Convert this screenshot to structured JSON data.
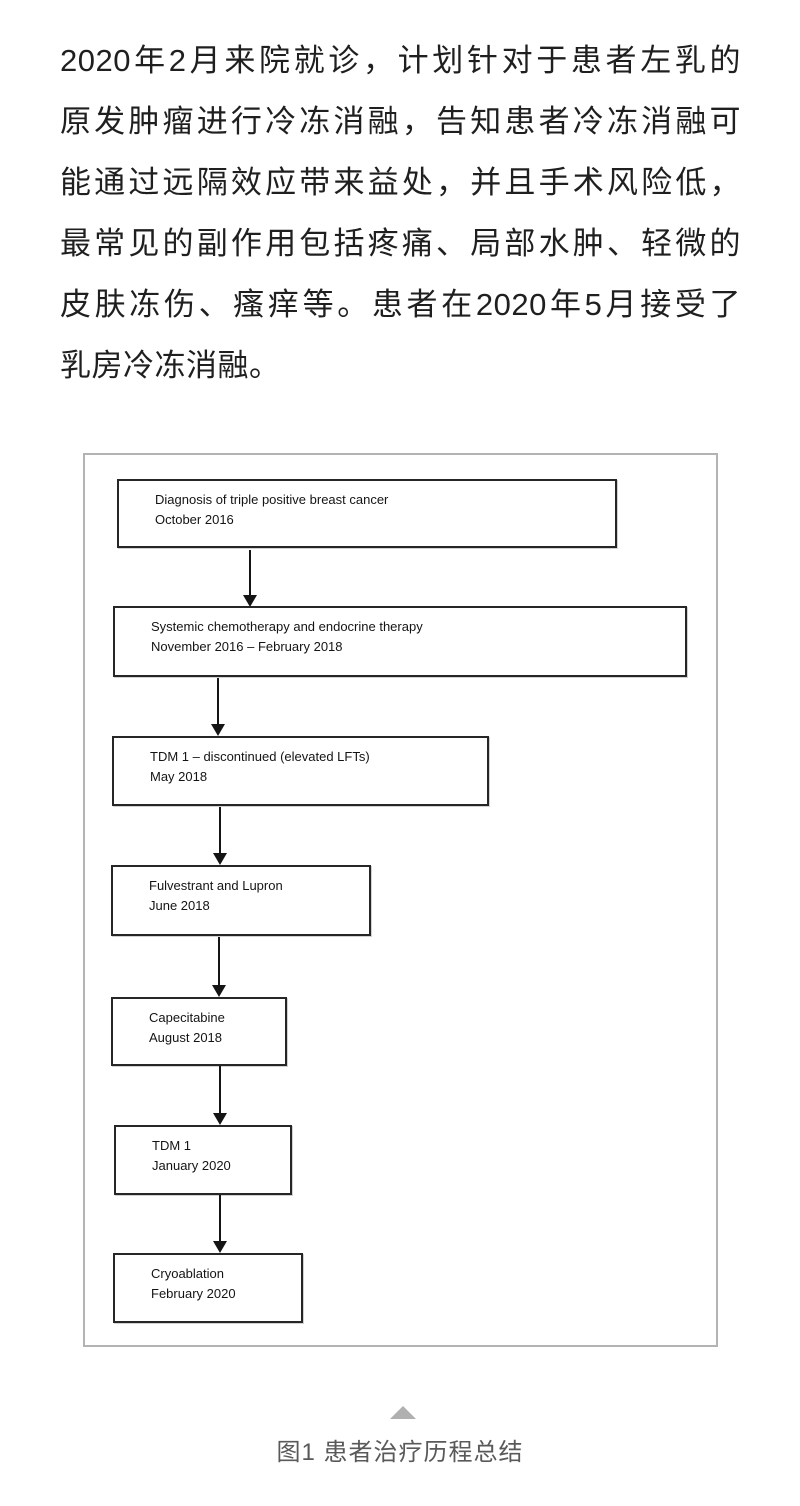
{
  "paragraph": {
    "lines": [
      "2020年2月来院就诊，计划针对于患者左乳的",
      "原发肿瘤进行冷冻消融，告知患者冷冻消融可",
      "能通过远隔效应带来益处，并且手术风险低，",
      "最常见的副作用包括疼痛、局部水肿、轻微的",
      "皮肤冻伤、瘙痒等。患者在2020年5月接受了",
      "乳房冷冻消融。"
    ]
  },
  "flowchart": {
    "steps": [
      {
        "label": "Diagnosis of triple positive breast cancer",
        "date": "October 2016"
      },
      {
        "label": "Systemic chemotherapy and endocrine therapy",
        "date": "November 2016 – February 2018"
      },
      {
        "label": "TDM 1 – discontinued (elevated LFTs)",
        "date": "May 2018"
      },
      {
        "label": "Fulvestrant and Lupron",
        "date": "June 2018"
      },
      {
        "label": "Capecitabine",
        "date": "August 2018"
      },
      {
        "label": "TDM 1",
        "date": "January 2020"
      },
      {
        "label": "Cryoablation",
        "date": "February 2020"
      }
    ]
  },
  "figure": {
    "caption": "图1 患者治疗历程总结",
    "collapse_icon": "triangle-up-icon"
  },
  "palette": {
    "body_text": "#1f1f1f",
    "box_border": "#262626",
    "frame_border": "#b3b3b3",
    "caption_text": "#595959",
    "triangle": "#b0b0b0",
    "background": "#ffffff"
  }
}
